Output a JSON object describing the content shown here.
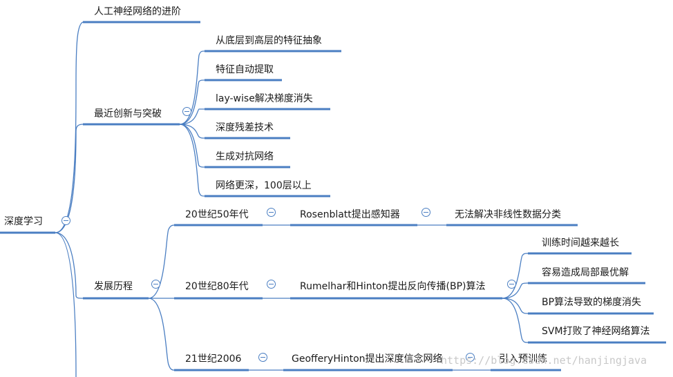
{
  "root": {
    "label": "深度学习"
  },
  "branches": {
    "b1": {
      "label": "人工神经网络的进阶"
    },
    "b2": {
      "label": "最近创新与突破",
      "children": [
        "从底层到高层的特征抽象",
        "特征自动提取",
        "lay-wise解决梯度消失",
        "深度残差技术",
        "生成对抗网络",
        "网络更深，100层以上"
      ]
    },
    "b3": {
      "label": "发展历程",
      "eras": [
        {
          "label": "20世纪50年代",
          "event": "Rosenblatt提出感知器",
          "detail": "无法解决非线性数据分类"
        },
        {
          "label": "20世纪80年代",
          "event": "Rumelhar和Hinton提出反向传播(BP)算法",
          "issues": [
            "训练时间越来越长",
            "容易造成局部最优解",
            "BP算法导致的梯度消失",
            "SVM打败了神经网络算法"
          ]
        },
        {
          "label": "21世纪2006",
          "event": "GeofferyHinton提出深度信念网络",
          "detail": "引入预训练"
        }
      ]
    }
  },
  "watermark": "https://blog.csdn.net/hanjingjava",
  "colors": {
    "line": "#4a7ec2",
    "collapse_icon": "#4a7ec2",
    "text": "#1a1a1a"
  }
}
